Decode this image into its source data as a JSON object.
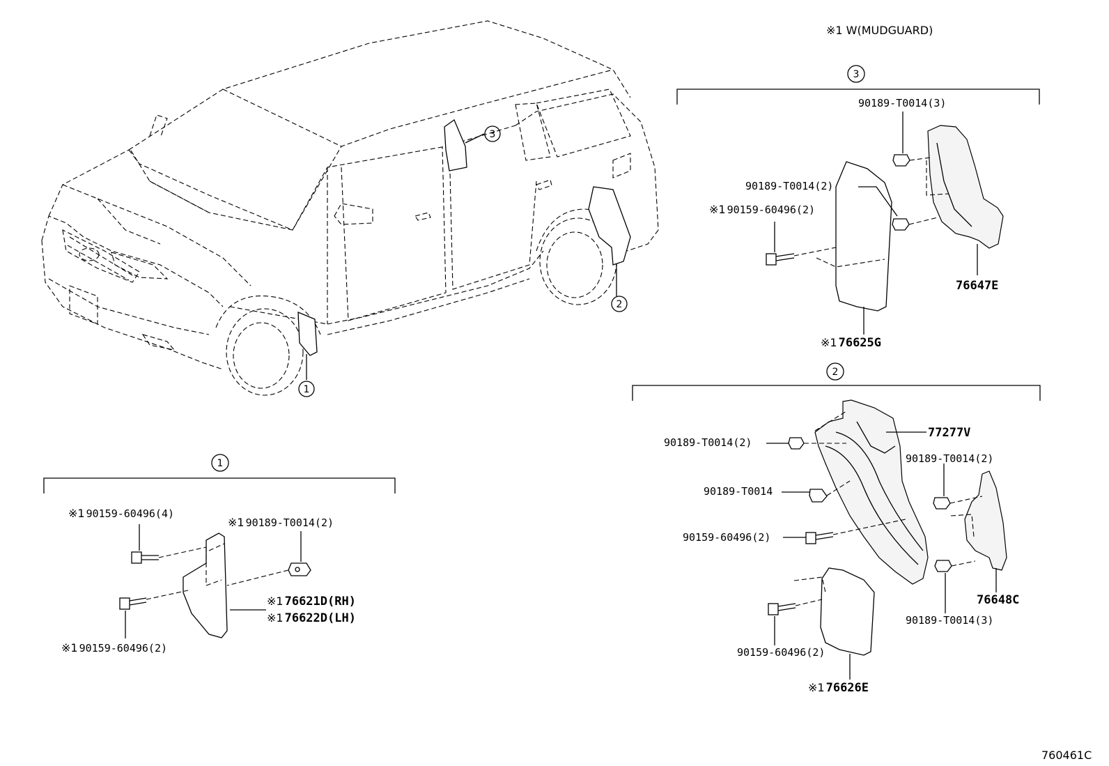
{
  "diagram": {
    "header_note": "※1 W(MUDGUARD)",
    "figure_code": "760461C",
    "callouts": {
      "c1": "1",
      "c2": "2",
      "c3": "3"
    },
    "group1": {
      "marker": "1",
      "labels": {
        "bolt_top": {
          "mark": "※1",
          "text": "90159-60496(4)"
        },
        "clip": {
          "mark": "※1",
          "text": "90189-T0014(2)"
        },
        "part_rh": {
          "mark": "※1",
          "text": "76621D(RH)"
        },
        "part_lh": {
          "mark": "※1",
          "text": "76622D(LH)"
        },
        "bolt_bottom": {
          "mark": "※1",
          "text": "90159-60496(2)"
        }
      }
    },
    "group2": {
      "marker": "2",
      "labels": {
        "clip_a": "90189-T0014(2)",
        "liner": "77277V",
        "clip_b": "90189-T0014",
        "clip_c": "90189-T0014(2)",
        "bolt_a": "90159-60496(2)",
        "splash": "76648C",
        "clip_d": "90189-T0014(3)",
        "bolt_b": "90159-60496(2)",
        "mudflap": {
          "mark": "※1",
          "text": "76626E"
        }
      }
    },
    "group3": {
      "marker": "3",
      "labels": {
        "clip_top": "90189-T0014(3)",
        "clip_mid": "90189-T0014(2)",
        "bolt": {
          "mark": "※1",
          "text": "90159-60496(2)"
        },
        "shield": "76647E",
        "mudflap": {
          "mark": "※1",
          "text": "76625G"
        }
      }
    }
  }
}
